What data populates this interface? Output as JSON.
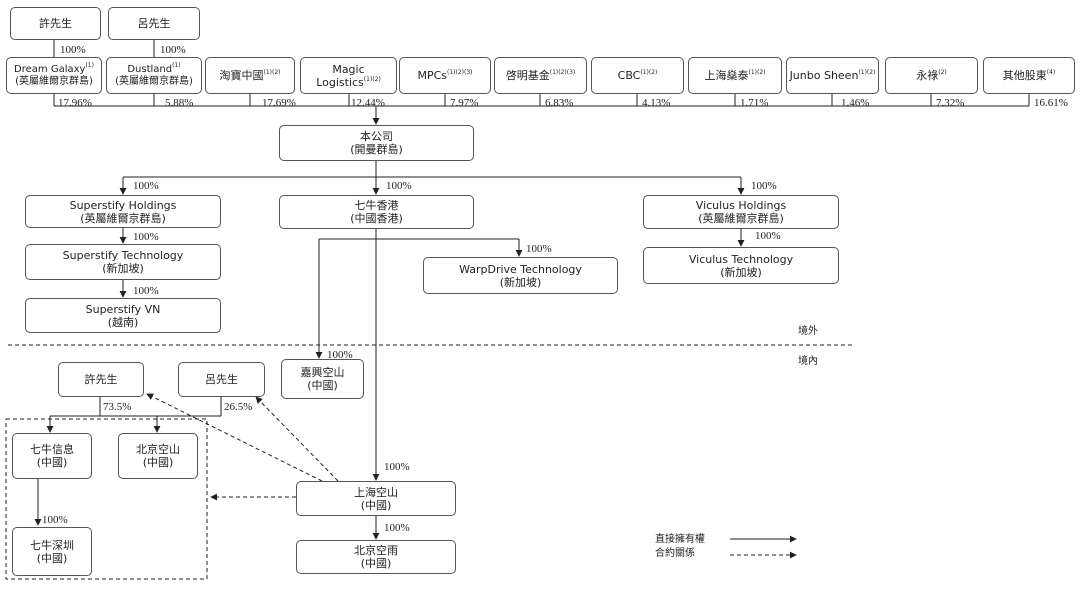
{
  "top_persons": [
    "許先生",
    "呂先生"
  ],
  "top_person_pcts": [
    "100%",
    "100%"
  ],
  "shareholders": [
    {
      "name": "Dream Galaxy",
      "sup": "(1)",
      "sub": "(英屬維爾京群島)",
      "pct": "17.96%"
    },
    {
      "name": "Dustland",
      "sup": "(1)",
      "sub": "(英屬維爾京群島)",
      "pct": "5.88%"
    },
    {
      "name": "淘寶中國",
      "sup": "(1)(2)",
      "sub": "",
      "pct": "17.69%"
    },
    {
      "name": "Magic",
      "name2": "Logistics",
      "sup": "(1)(2)",
      "pct": "12.44%"
    },
    {
      "name": "MPCs",
      "sup": "(1)(2)(3)",
      "sub": "",
      "pct": "7.97%"
    },
    {
      "name": "啓明基金",
      "sup": "(1)(2)(3)",
      "sub": "",
      "pct": "6.83%"
    },
    {
      "name": "CBC",
      "sup": "(1)(2)",
      "sub": "",
      "pct": "4.13%"
    },
    {
      "name": "上海燊泰",
      "sup": "(1)(2)",
      "sub": "",
      "pct": "1.71%"
    },
    {
      "name": "Junbo Sheen",
      "sup": "(1)(2)",
      "sub": "",
      "pct": "1.46%"
    },
    {
      "name": "永祿",
      "sup": "(2)",
      "sub": "",
      "pct": "7.32%"
    },
    {
      "name": "其他股東",
      "sup": "(4)",
      "sub": "",
      "pct": "16.61%"
    }
  ],
  "company": {
    "name": "本公司",
    "sub": "(開曼群島)"
  },
  "offshore": {
    "superstify_holdings": {
      "name": "Superstify Holdings",
      "sub": "(英屬維爾京群島)",
      "pct": "100%"
    },
    "superstify_tech": {
      "name": "Superstify Technology",
      "sub": "(新加坡)",
      "pct": "100%"
    },
    "superstify_vn": {
      "name": "Superstify VN",
      "sub": "(越南)",
      "pct": "100%"
    },
    "qiniu_hk": {
      "name": "七牛香港",
      "sub": "(中國香港)",
      "pct": "100%"
    },
    "warpdrive": {
      "name": "WarpDrive Technology",
      "sub": "(新加坡)",
      "pct": "100%"
    },
    "viculus_holdings": {
      "name": "Viculus Holdings",
      "sub": "(英屬維爾京群島)",
      "pct": "100%"
    },
    "viculus_tech": {
      "name": "Viculus Technology",
      "sub": "(新加坡)",
      "pct": "100%"
    }
  },
  "region_labels": {
    "offshore": "境外",
    "onshore": "境內"
  },
  "onshore": {
    "jiaxing": {
      "name": "嘉興空山",
      "sub": "(中國)",
      "pct": "100%"
    },
    "mr_xu": {
      "name": "許先生",
      "pct": "73.5%"
    },
    "mr_lv": {
      "name": "呂先生",
      "pct": "26.5%"
    },
    "qiniu_info": {
      "name": "七牛信息",
      "sub": "(中國)"
    },
    "beijing_kongshan": {
      "name": "北京空山",
      "sub": "(中國)"
    },
    "qiniu_shenzhen": {
      "name": "七牛深圳",
      "sub": "(中國)",
      "pct": "100%"
    },
    "shanghai_kongshan": {
      "name": "上海空山",
      "sub": "(中國)",
      "pct": "100%"
    },
    "beijing_kongyu": {
      "name": "北京空雨",
      "sub": "(中國)",
      "pct": "100%"
    }
  },
  "legend": {
    "direct": "直接擁有權",
    "contract": "合約關係"
  },
  "colors": {
    "line": "#222222",
    "border": "#555555"
  }
}
